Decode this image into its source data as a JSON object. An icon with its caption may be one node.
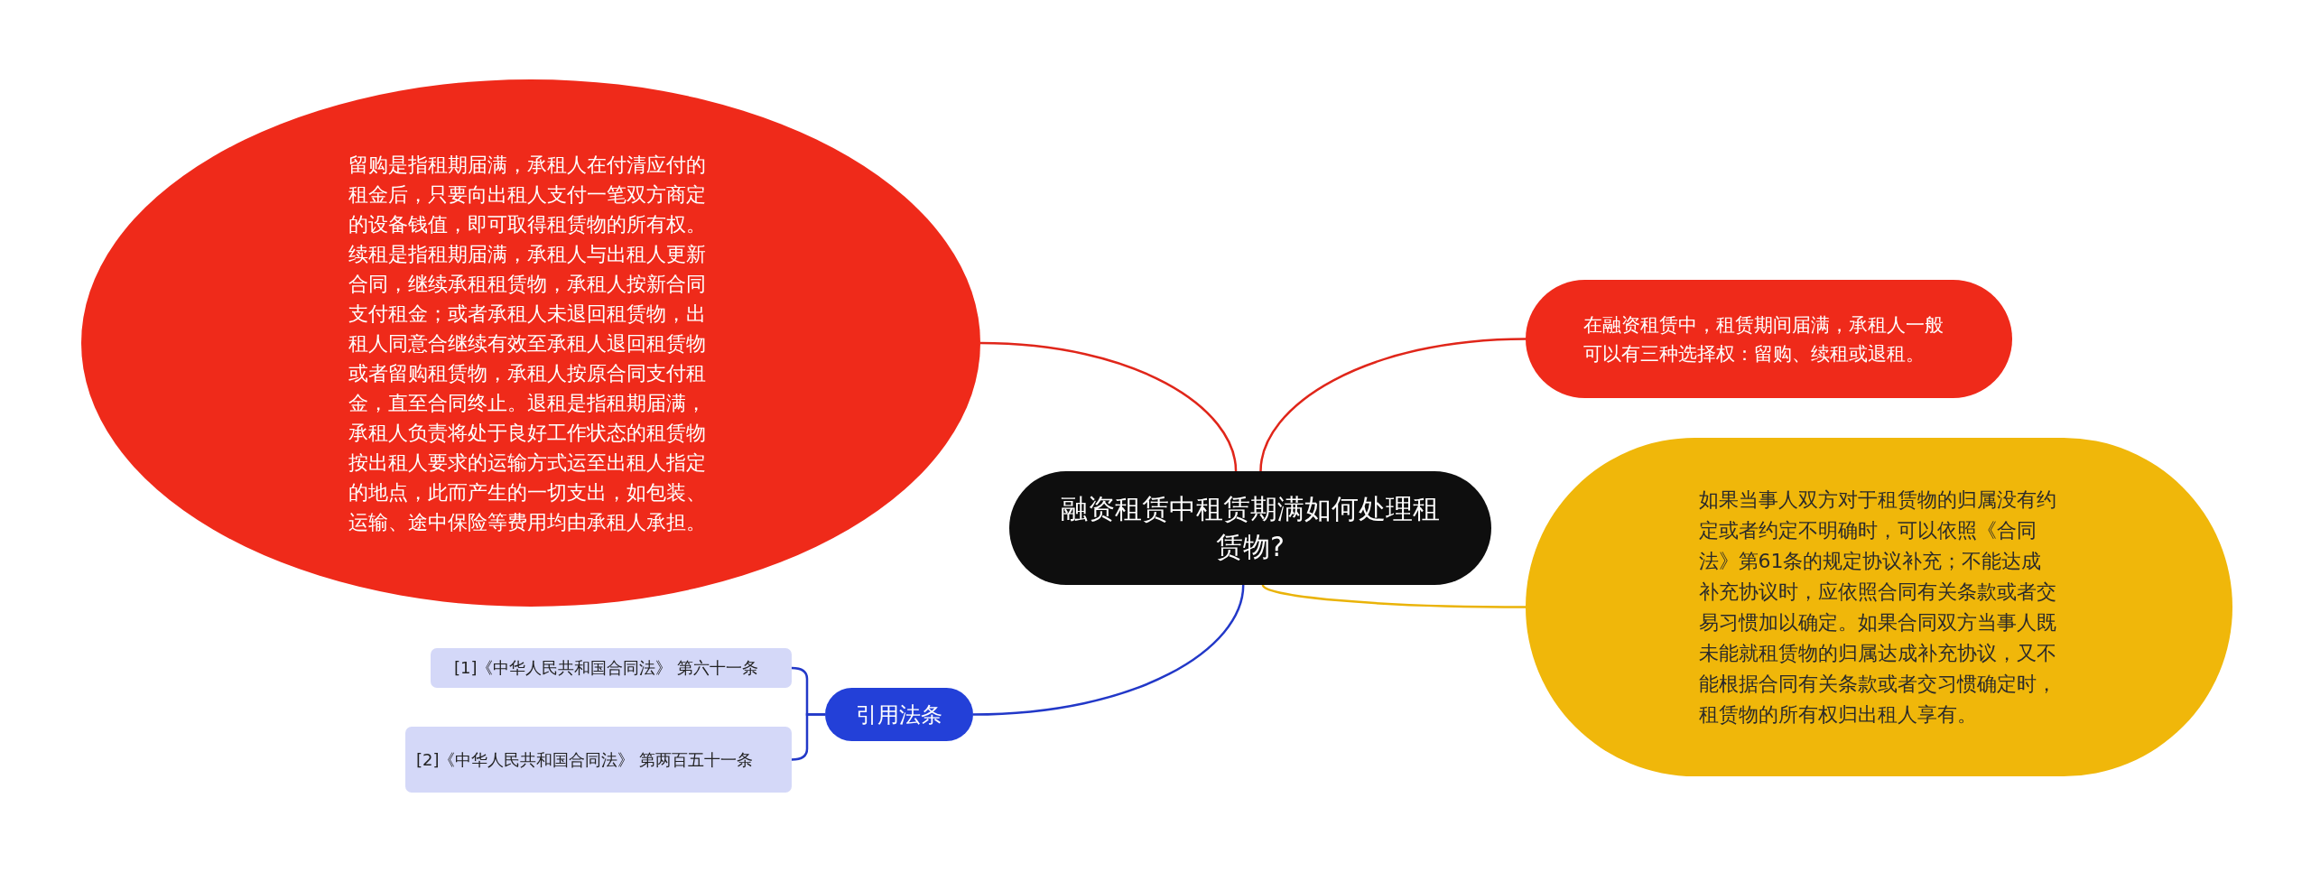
{
  "diagram": {
    "nodes": [
      {
        "text": [
          "融资租赁中租赁期满如何处理租赁物?"
        ]
      },
      {
        "text": [
          "留购是指租期届满，承租人在付清应付的租金后，只要向出租人支付一笔双方商定的设备钱值，即可取得租赁物的所有权。续租是指租期届满，承租人与出租人更新合同，继续承租租赁物，承租人按新合同支付租金；或者承租人未退回租赁物，出租人同意合继续有效至承租人退回租赁物或者留购租赁物，承租人按原合同支付租金，直至合同终止。退租是指租期届满，承租人负责将处于良好工作状态的租赁物按出租人要求的运输方式运至出租人指定的地点，此而产生的一切支出，如包装、运输、途中保险等费用均由承租人承担。"
        ]
      },
      {
        "text": [
          "在融资租赁中，租赁期间届满，承租人一般可以有三种选择权：留购、续租或退租。"
        ]
      },
      {
        "text": [
          "如果当事人双方对于租赁物的归属没有约定或者约定不明确时，可以依照《合同法》第61条的规定协议补充；不能达成补充协议时，应依照合同有关条款或者交易习惯加以确定。如果合同双方当事人既未能就租赁物的归属达成补充协议，又不能根据合同有关条款或者交习惯确定时，租赁物的所有权归出租人享有。"
        ]
      },
      {
        "text": [
          "引用法条"
        ]
      },
      {
        "text": [
          "[1]《中华人民共和国合同法》 第六十一条"
        ]
      },
      {
        "text": [
          "[2]《中华人民共和国合同法》 第两百五十一条"
        ]
      }
    ],
    "edges": [
      {
        "from": 0,
        "to": 1,
        "arrow": "none",
        "color": "#e0261a"
      },
      {
        "from": 0,
        "to": 2,
        "arrow": "none",
        "color": "#e0261a"
      },
      {
        "from": 0,
        "to": 3,
        "arrow": "none",
        "color": "#eab308"
      },
      {
        "from": 0,
        "to": 4,
        "arrow": "none",
        "color": "#2238c8"
      },
      {
        "from": 4,
        "to": 5,
        "arrow": "none",
        "color": "#2238c8"
      },
      {
        "from": 4,
        "to": 6,
        "arrow": "none",
        "color": "#2238c8"
      }
    ]
  }
}
